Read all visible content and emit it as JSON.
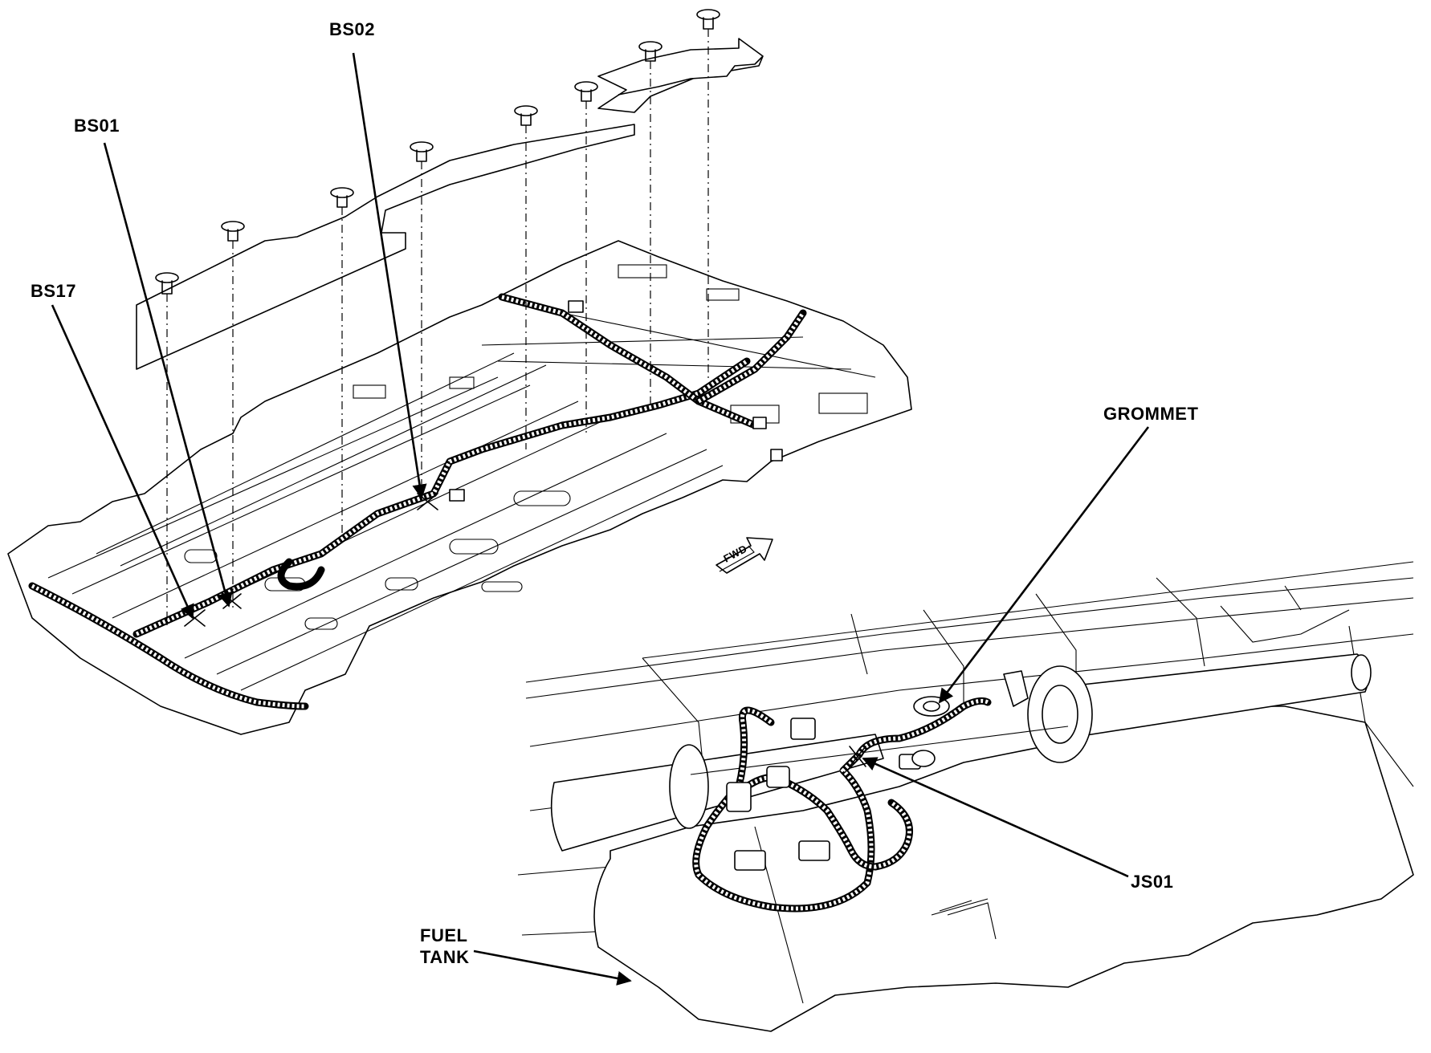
{
  "callouts": {
    "bs02": "BS02",
    "bs01": "BS01",
    "bs17": "BS17",
    "grommet": "GROMMET",
    "js01": "JS01",
    "fuel_tank_line1": "FUEL",
    "fuel_tank_line2": "TANK"
  },
  "direction_marker": {
    "text": "FWD",
    "icon": "forward-arrow-icon"
  },
  "colors": {
    "ink": "#000000",
    "paper": "#ffffff"
  }
}
